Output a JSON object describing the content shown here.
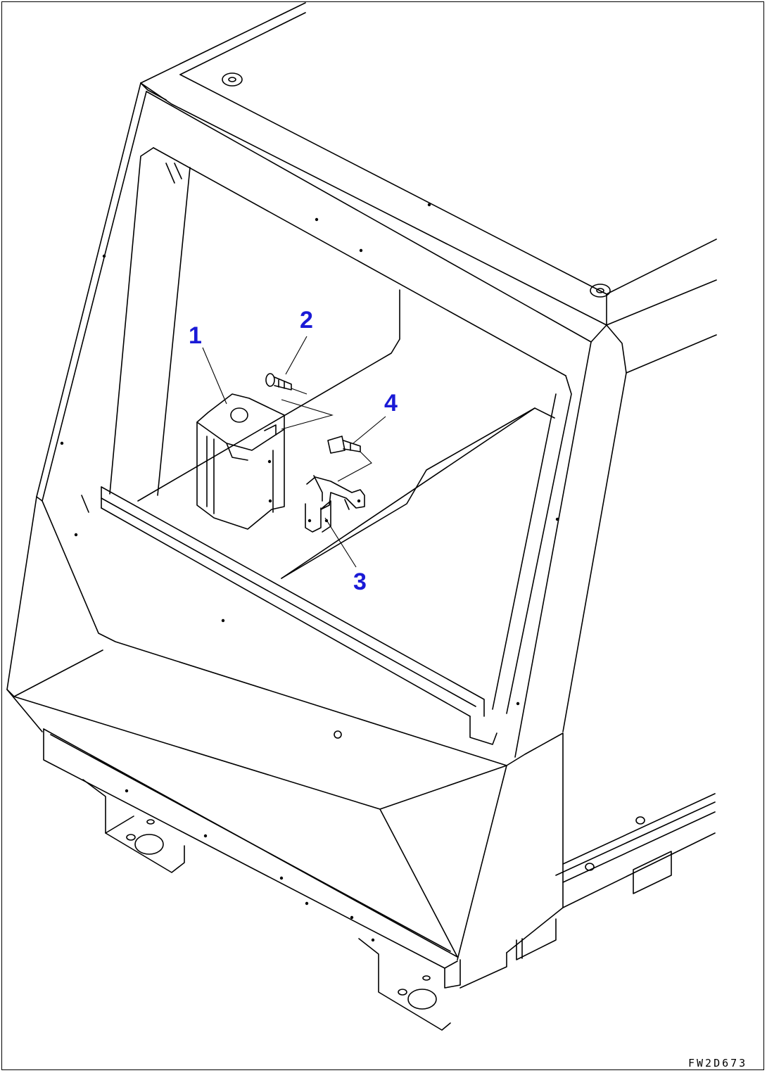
{
  "diagram": {
    "callouts": [
      {
        "id": "1",
        "label": "1"
      },
      {
        "id": "2",
        "label": "2"
      },
      {
        "id": "3",
        "label": "3"
      },
      {
        "id": "4",
        "label": "4"
      }
    ],
    "drawing_id": "FW2D673",
    "colors": {
      "callout": "#1a1ad6",
      "line": "#000000",
      "background": "#ffffff"
    }
  }
}
